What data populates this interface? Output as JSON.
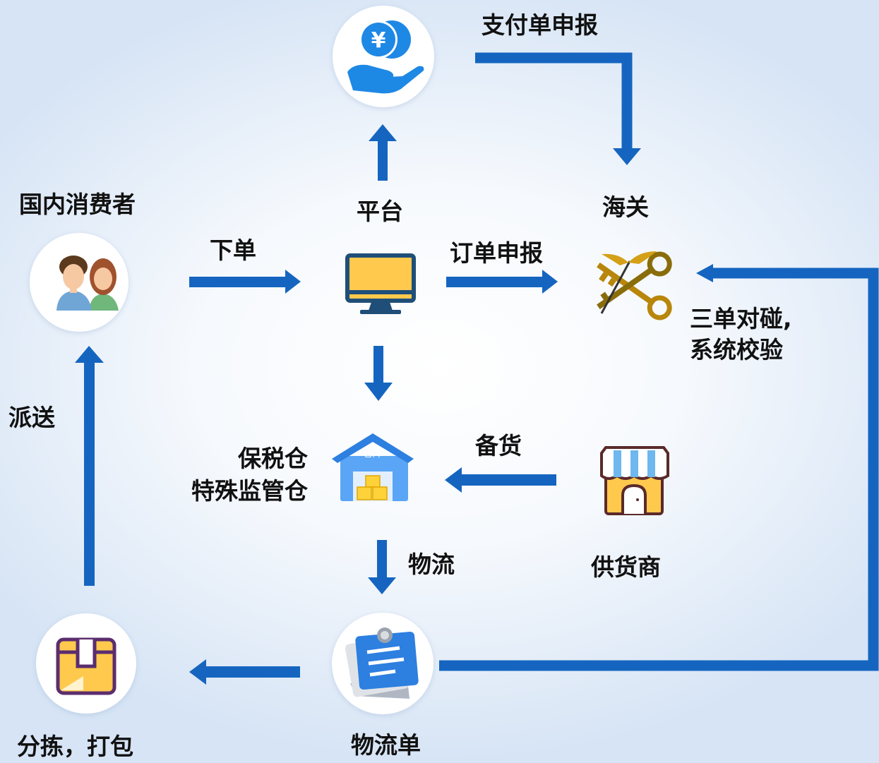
{
  "nodes": {
    "payment": "支付单申报",
    "platform": "平台",
    "customs": "海关",
    "consumer": "国内消费者",
    "bonded_warehouse_line1": "保税仓",
    "bonded_warehouse_line2": "特殊监管仓",
    "warehouse_icon_text": "仓库",
    "supplier": "供货商",
    "waybill": "物流单",
    "sorting": "分拣，打包"
  },
  "edges": {
    "place_order": "下单",
    "order_declaration": "订单申报",
    "three_bill_check_line1": "三单对碰,",
    "three_bill_check_line2": "系统校验",
    "dispatch": "派送",
    "stock_up": "备货",
    "logistics": "物流"
  },
  "colors": {
    "arrow": "#1565c0",
    "icon_blue": "#1e88e5",
    "label": "#111111"
  }
}
